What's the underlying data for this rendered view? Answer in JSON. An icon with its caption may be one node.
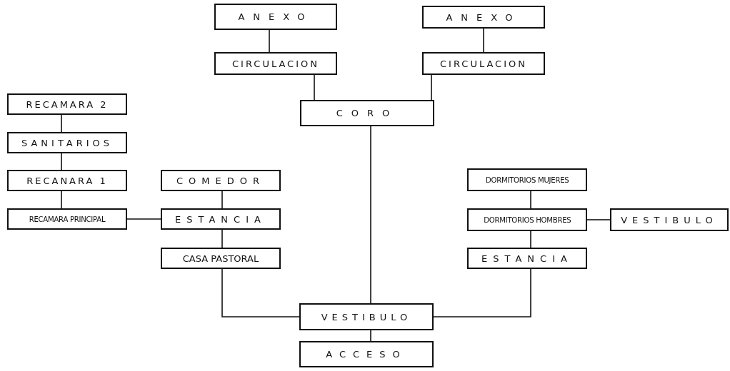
{
  "diagram": {
    "nodes": [
      {
        "text": [
          "ANEXO"
        ]
      },
      {
        "text": [
          "CIRCULACION"
        ]
      },
      {
        "text": [
          "ANEXO"
        ]
      },
      {
        "text": [
          "CIRCULACION"
        ]
      },
      {
        "text": [
          "CORO"
        ]
      },
      {
        "text": [
          "RECAMARA 2"
        ]
      },
      {
        "text": [
          "SANITARIOS"
        ]
      },
      {
        "text": [
          "RECANARA 1"
        ]
      },
      {
        "text": [
          "COMEDOR"
        ]
      },
      {
        "text": [
          "RECAMARA PRINCIPAL"
        ]
      },
      {
        "text": [
          "ESTANCIA"
        ]
      },
      {
        "text": [
          "CASA PASTORAL"
        ]
      },
      {
        "text": [
          "DORMITORIOS MUJERES"
        ]
      },
      {
        "text": [
          "DORMITORIOS HOMBRES"
        ]
      },
      {
        "text": [
          "VESTIBULO"
        ]
      },
      {
        "text": [
          "ESTANCIA"
        ]
      },
      {
        "text": [
          "VESTIBULO"
        ]
      },
      {
        "text": [
          "ACCESO"
        ]
      }
    ],
    "edges": [
      {
        "from": 0,
        "to": 1,
        "arrow": "none"
      },
      {
        "from": 1,
        "to": 4,
        "arrow": "none"
      },
      {
        "from": 2,
        "to": 3,
        "arrow": "none"
      },
      {
        "from": 3,
        "to": 4,
        "arrow": "none"
      },
      {
        "from": 4,
        "to": 16,
        "arrow": "none"
      },
      {
        "from": 5,
        "to": 6,
        "arrow": "none"
      },
      {
        "from": 6,
        "to": 7,
        "arrow": "none"
      },
      {
        "from": 7,
        "to": 9,
        "arrow": "none"
      },
      {
        "from": 9,
        "to": 10,
        "arrow": "none"
      },
      {
        "from": 8,
        "to": 10,
        "arrow": "none"
      },
      {
        "from": 10,
        "to": 11,
        "arrow": "none"
      },
      {
        "from": 11,
        "to": 16,
        "arrow": "none"
      },
      {
        "from": 12,
        "to": 13,
        "arrow": "none"
      },
      {
        "from": 13,
        "to": 14,
        "arrow": "none"
      },
      {
        "from": 13,
        "to": 15,
        "arrow": "none"
      },
      {
        "from": 15,
        "to": 16,
        "arrow": "none"
      },
      {
        "from": 16,
        "to": 17,
        "arrow": "none"
      }
    ]
  }
}
